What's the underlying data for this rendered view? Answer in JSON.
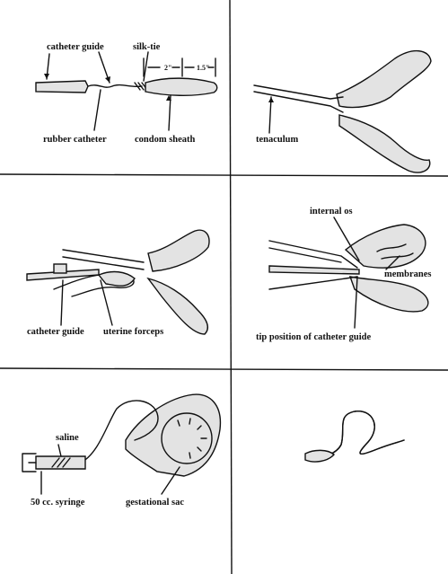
{
  "panels": {
    "p1": {
      "catheter_guide": "catheter guide",
      "silk_tie": "silk-tie",
      "rubber_catheter": "rubber catheter",
      "condom_sheath": "condom sheath",
      "dim_a": "2\"",
      "dim_b": "1.5\""
    },
    "p2": {
      "tenaculum": "tenaculum"
    },
    "p3": {
      "catheter_guide": "catheter guide",
      "uterine_forceps": "uterine forceps"
    },
    "p4": {
      "internal_os": "internal os",
      "membranes": "membranes",
      "tip_position": "tip position of catheter guide"
    },
    "p5": {
      "saline": "saline",
      "syringe": "50 cc. syringe",
      "gestational_sac": "gestational sac"
    },
    "p6": {}
  }
}
